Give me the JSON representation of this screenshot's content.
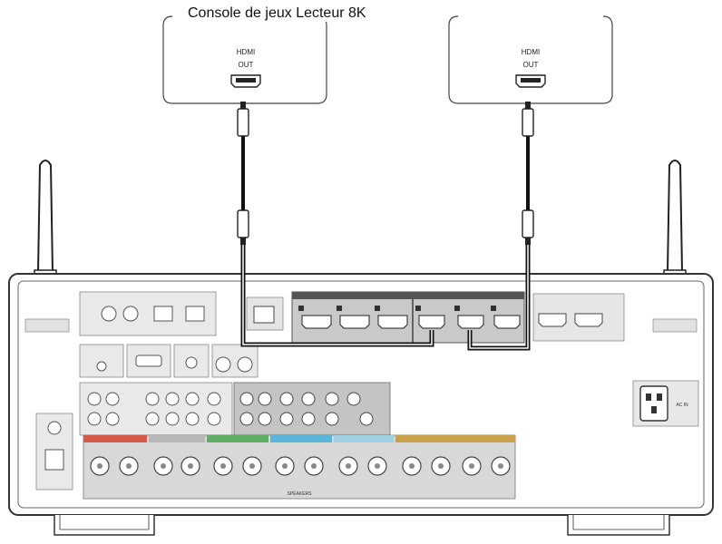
{
  "caption": "Console de jeux Lecteur 8K",
  "left_device": {
    "line1": "HDMI",
    "line2": "OUT"
  },
  "right_device": {
    "line1": "HDMI",
    "line2": "OUT"
  },
  "receiver": {
    "power_label": "AC IN",
    "speakers_label": "SPEAKERS"
  },
  "colors": {
    "front": "#d65a4a",
    "center": "#5fae63",
    "surround": "#59b6d8",
    "surround_back": "#c9a14a",
    "receiver_outline": "#333333"
  }
}
